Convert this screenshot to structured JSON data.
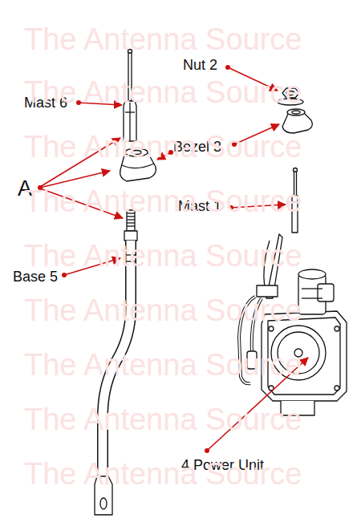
{
  "diagram": {
    "labels": [
      "Nut 2",
      "Mast 6",
      "Bezel 3",
      "A",
      "Mast 1",
      "Base 5",
      "4 Power Unit",
      "The Antenna Source",
      "The Antenna Source",
      "The Antenna Source",
      "The Antenna Source",
      "The Antenna Source",
      "The Antenna Source",
      "The Antenna Source",
      "The Antenna Source",
      "The Antenna Source"
    ]
  }
}
